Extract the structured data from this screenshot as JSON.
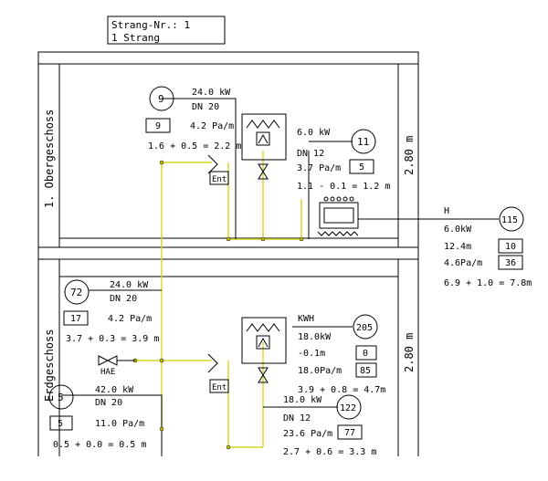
{
  "header": {
    "line1": "Strang-Nr.:   1",
    "line2": "1 Strang"
  },
  "floors": [
    {
      "name": "1. Obergeschoss",
      "height": "2.80 m"
    },
    {
      "name": "Erdgeschoss",
      "height": "2.80 m"
    }
  ],
  "nodes": [
    {
      "id": "9",
      "power": "24.0 kW",
      "dn": "DN 20",
      "box": "9",
      "pressure": "4.2 Pa/m",
      "length": "1.6  + 0.5 = 2.2 m"
    },
    {
      "id": "11",
      "power": "6.0 kW",
      "dn": "DN 12",
      "pressure": "3.7 Pa/m",
      "box": "5",
      "length": "1.1  - 0.1 = 1.2 m"
    },
    {
      "id": "115",
      "label": "H",
      "power": "6.0kW",
      "dn_dist": "12.4m",
      "box1": "10",
      "pressure": "4.6Pa/m",
      "box2": "36",
      "length": "6.9  + 1.0 = 7.8m"
    },
    {
      "id": "72",
      "power": "24.0 kW",
      "dn": "DN 20",
      "box": "17",
      "pressure": "4.2 Pa/m",
      "length": "3.7  + 0.3 = 3.9 m"
    },
    {
      "id": "205",
      "label": "KWH",
      "power": "18.0kW",
      "dist": "-0.1m",
      "box1": "0",
      "pressure": "18.0Pa/m",
      "box2": "85",
      "length": "3.9  + 0.8 = 4.7m"
    },
    {
      "id": "122",
      "power": "18.0 kW",
      "dn": "DN 12",
      "pressure": "23.6 Pa/m",
      "box": "77",
      "length": "2.7  + 0.6 = 3.3 m"
    },
    {
      "id": "5",
      "power": "42.0 kW",
      "dn": "DN 20",
      "box": "5",
      "pressure": "11.0 Pa/m",
      "length": "0.5  + 0.0 = 0.5 m"
    }
  ],
  "labels": {
    "ent1": "Ent",
    "ent2": "Ent",
    "hae": "HAE"
  }
}
